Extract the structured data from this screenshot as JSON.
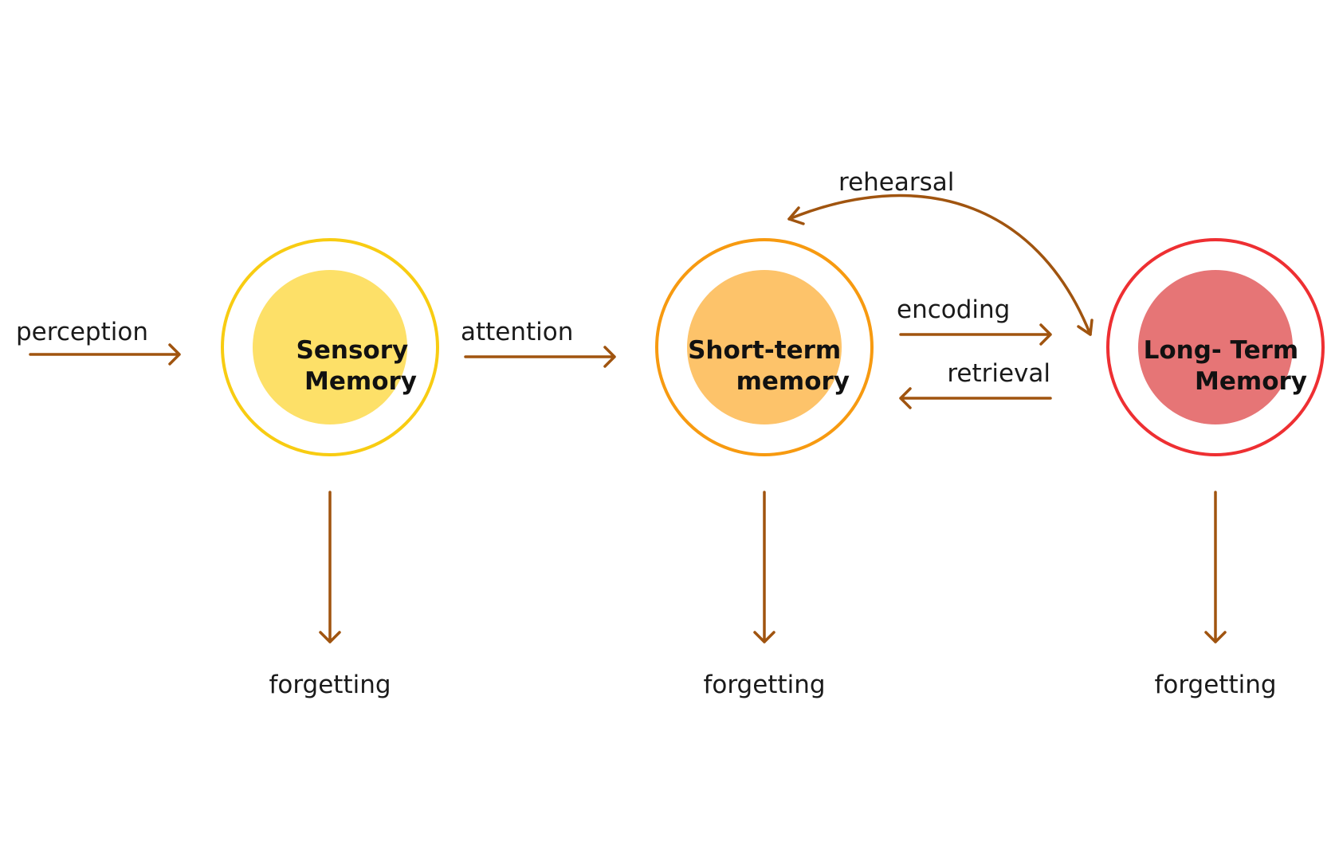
{
  "colors": {
    "arrow": "#A0540F",
    "sensory_ring": "#F8CC12",
    "sensory_fill": "#FDE068",
    "short_term_ring": "#F79A10",
    "short_term_fill": "#FDC36A",
    "long_term_ring": "#EE2F32",
    "long_term_fill": "#E67576"
  },
  "nodes": {
    "sensory": {
      "line1": "Sensory",
      "line2": "Memory"
    },
    "short_term": {
      "line1": "Short-term",
      "line2": "memory"
    },
    "long_term": {
      "line1": "Long- Term",
      "line2": "Memory"
    }
  },
  "labels": {
    "perception": "perception",
    "attention": "attention",
    "encoding": "encoding",
    "retrieval": "retrieval",
    "rehearsal": "rehearsal",
    "forgetting_sensory": "forgetting",
    "forgetting_short_term": "forgetting",
    "forgetting_long_term": "forgetting"
  }
}
